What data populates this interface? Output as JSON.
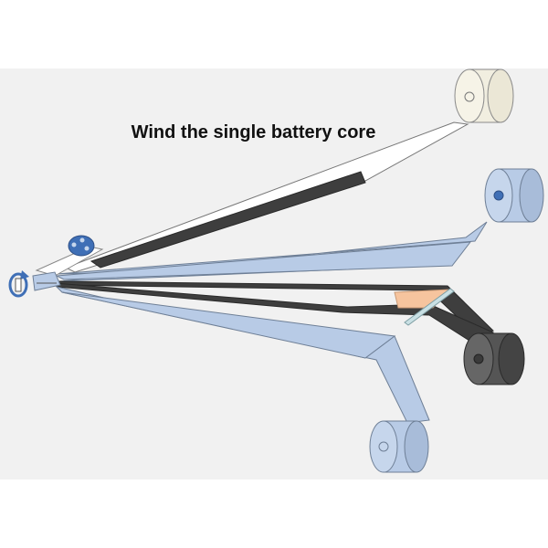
{
  "title": "Wind the single battery core",
  "colors": {
    "background": "#f1f1f1",
    "separator": "#b8cbe6",
    "separator_edge": "#6e7f96",
    "cathode": "#3e3e3e",
    "anode_roll": "#f1eee0",
    "tab": "#f6c49e",
    "tab_strip": "#c9e0e4",
    "mandrel": "#3f6fb6"
  },
  "rolls": [
    {
      "name": "anode-roll",
      "color": "#f1eee0"
    },
    {
      "name": "separator-top-roll",
      "color": "#b8cbe6"
    },
    {
      "name": "cathode-roll",
      "color": "#555555"
    },
    {
      "name": "separator-bottom-roll",
      "color": "#b8cbe6"
    }
  ],
  "icons": [
    "rotate-arrow-icon",
    "mandrel-icon"
  ]
}
